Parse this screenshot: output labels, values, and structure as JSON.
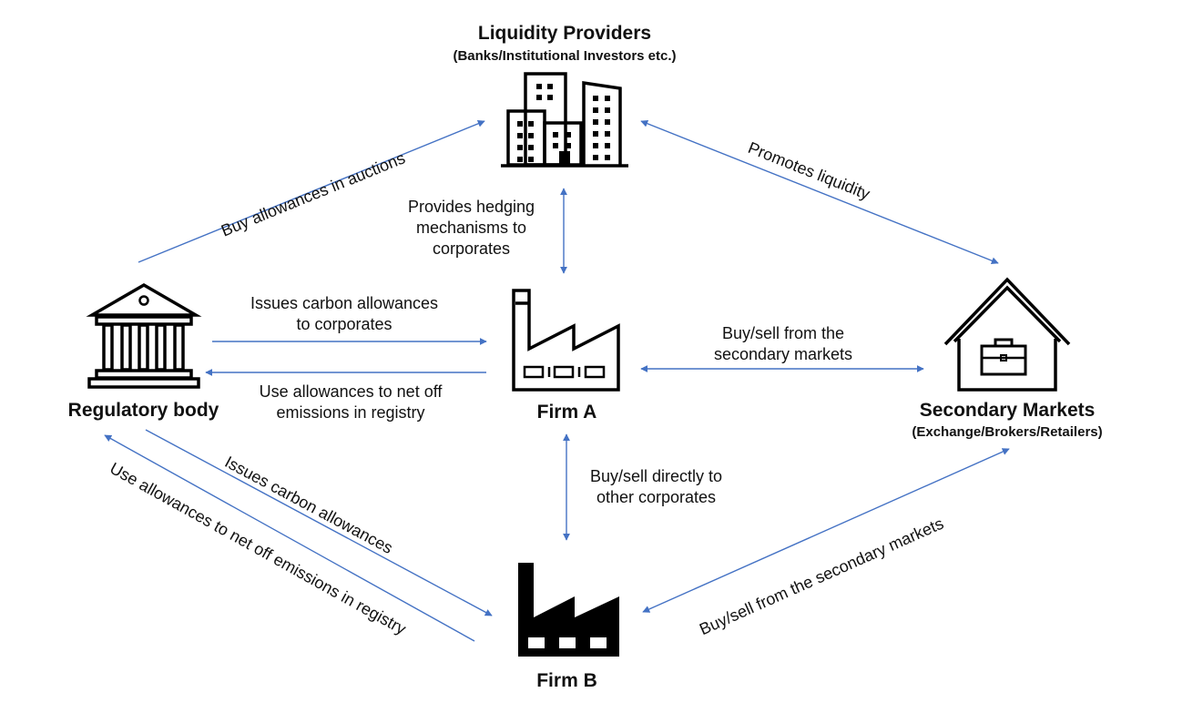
{
  "nodes": {
    "liquidity": {
      "title": "Liquidity Providers",
      "subtitle": "(Banks/Institutional Investors etc.)"
    },
    "regulator": {
      "title": "Regulatory body"
    },
    "firm_a": {
      "title": "Firm A"
    },
    "secondary": {
      "title": "Secondary Markets",
      "subtitle": "(Exchange/Brokers/Retailers)"
    },
    "firm_b": {
      "title": "Firm B"
    }
  },
  "edges": {
    "reg_to_liq": "Buy allowances in auctions",
    "liq_sec": "Promotes liquidity",
    "liq_firma": [
      "Provides hedging",
      "mechanisms to",
      "corporates"
    ],
    "reg_to_firma": [
      "Issues carbon allowances",
      "to corporates"
    ],
    "firma_to_reg": [
      "Use allowances to net off",
      "emissions in registry"
    ],
    "firma_sec": [
      "Buy/sell from the",
      "secondary markets"
    ],
    "firma_firmb": [
      "Buy/sell directly to",
      "other corporates"
    ],
    "reg_to_firmb": "Issues carbon allowances",
    "firmb_to_reg": "Use allowances to net off emissions in registry",
    "firmb_sec": "Buy/sell from the secondary markets"
  },
  "colors": {
    "arrow": "#4472C4",
    "icon": "#000000"
  },
  "icons": [
    "buildings-icon",
    "bank-icon",
    "factory-icon",
    "house-briefcase-icon",
    "factory-filled-icon"
  ]
}
